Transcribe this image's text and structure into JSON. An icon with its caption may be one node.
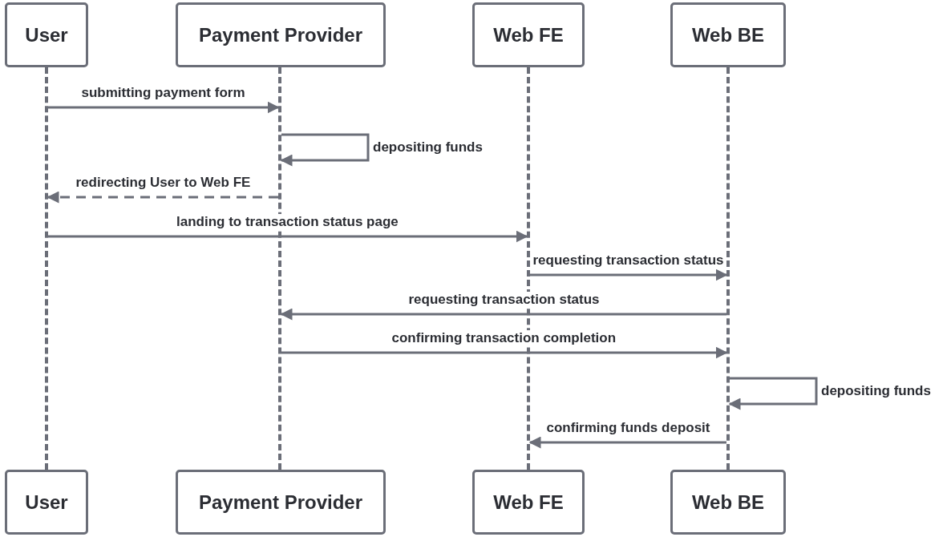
{
  "diagram": {
    "nodes": [
      {
        "text": [
          "User"
        ]
      },
      {
        "text": [
          "Payment Provider"
        ]
      },
      {
        "text": [
          "Web FE"
        ]
      },
      {
        "text": [
          "Web BE"
        ]
      },
      {
        "text": [
          "User"
        ]
      },
      {
        "text": [
          "Payment Provider"
        ]
      },
      {
        "text": [
          "Web FE"
        ]
      },
      {
        "text": [
          "Web BE"
        ]
      },
      {
        "text": [],
        "shape": "line"
      },
      {
        "text": [],
        "shape": "line"
      },
      {
        "text": [],
        "shape": "line"
      },
      {
        "text": [],
        "shape": "line"
      }
    ],
    "edges": [
      {
        "from": 8,
        "to": 9,
        "arrow": "to",
        "label": "submitting payment form"
      },
      {
        "from": 9,
        "to": 9,
        "arrow": "to",
        "label": "depositing funds"
      },
      {
        "from": 9,
        "to": 8,
        "arrow": "to",
        "label": "redirecting User to Web FE",
        "style": "dashed"
      },
      {
        "from": 8,
        "to": 10,
        "arrow": "to",
        "label": "landing to transaction status page"
      },
      {
        "from": 10,
        "to": 11,
        "arrow": "to",
        "label": "requesting transaction status"
      },
      {
        "from": 11,
        "to": 9,
        "arrow": "to",
        "label": "requesting transaction status"
      },
      {
        "from": 9,
        "to": 11,
        "arrow": "to",
        "label": "confirming transaction completion"
      },
      {
        "from": 11,
        "to": 11,
        "arrow": "to",
        "label": "depositing funds"
      },
      {
        "from": 11,
        "to": 10,
        "arrow": "to",
        "label": "confirming funds deposit"
      }
    ]
  }
}
